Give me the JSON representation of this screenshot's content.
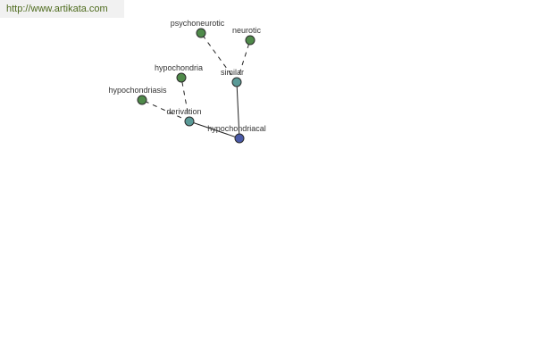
{
  "watermark": "http://www.artikata.com",
  "colors": {
    "leaf": "#4f8a4a",
    "relation": "#5a9a97",
    "center": "#4a5aa8",
    "node_stroke": "#2b2b2b",
    "edge": "#222222"
  },
  "nodes": [
    {
      "id": "hypochondriacal",
      "label": "hypochondriacal",
      "kind": "center"
    },
    {
      "id": "similar",
      "label": "similar",
      "kind": "relation"
    },
    {
      "id": "derivation",
      "label": "derivation",
      "kind": "relation"
    },
    {
      "id": "psychoneurotic",
      "label": "psychoneurotic",
      "kind": "leaf"
    },
    {
      "id": "neurotic",
      "label": "neurotic",
      "kind": "leaf"
    },
    {
      "id": "hypochondria",
      "label": "hypochondria",
      "kind": "leaf"
    },
    {
      "id": "hypochondriasis",
      "label": "hypochondriasis",
      "kind": "leaf"
    }
  ],
  "edges": [
    {
      "from": "hypochondriacal",
      "to": "similar",
      "style": "solid"
    },
    {
      "from": "hypochondriacal",
      "to": "derivation",
      "style": "solid"
    },
    {
      "from": "similar",
      "to": "psychoneurotic",
      "style": "dashed"
    },
    {
      "from": "similar",
      "to": "neurotic",
      "style": "dashed"
    },
    {
      "from": "derivation",
      "to": "hypochondria",
      "style": "dashed"
    },
    {
      "from": "derivation",
      "to": "hypochondriasis",
      "style": "dashed"
    }
  ]
}
